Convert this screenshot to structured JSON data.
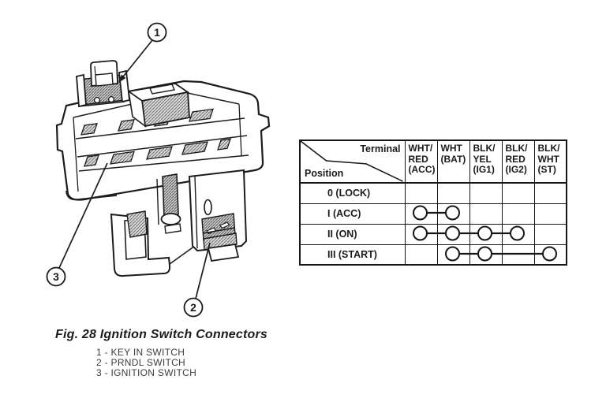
{
  "page": {
    "background": "#ffffff",
    "ink": "#1a1a1a"
  },
  "figure": {
    "caption": "Fig. 28 Ignition Switch Connectors",
    "legend": [
      "1 - KEY IN SWITCH",
      "2 - PRNDL SWITCH",
      "3 - IGNITION SWITCH"
    ],
    "callouts": {
      "key_in_switch": "1",
      "prndl_switch": "2",
      "ignition_switch": "3"
    }
  },
  "table": {
    "corner": {
      "terminal": "Terminal",
      "position": "Position"
    },
    "columns": [
      "WHT/\nRED\n(ACC)",
      "WHT\n(BAT)",
      "BLK/\nYEL\n(IG1)",
      "BLK/\nRED\n(IG2)",
      "BLK/\nWHT\n(ST)"
    ],
    "rows": [
      {
        "label": "0 (LOCK)",
        "circles": [],
        "segments": []
      },
      {
        "label": "I (ACC)",
        "circles": [
          0,
          1
        ],
        "segments": [
          [
            0,
            1
          ]
        ]
      },
      {
        "label": "II (ON)",
        "circles": [
          0,
          1,
          2,
          3
        ],
        "segments": [
          [
            0,
            3
          ]
        ]
      },
      {
        "label": "III (START)",
        "circles": [
          1,
          2,
          4
        ],
        "segments": [
          [
            1,
            4
          ]
        ]
      }
    ]
  }
}
